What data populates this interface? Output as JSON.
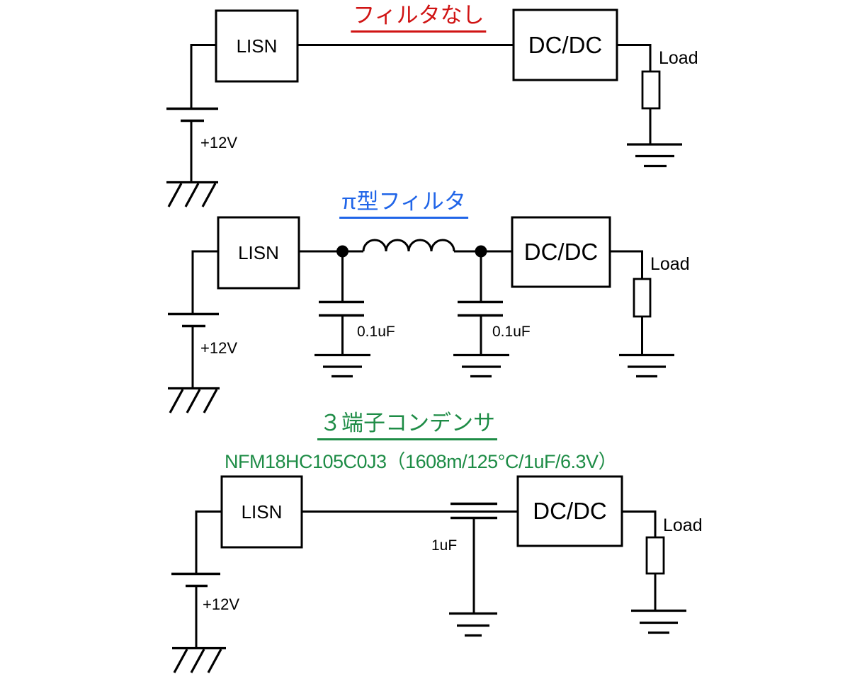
{
  "diagram": {
    "background": "#ffffff",
    "wire_color": "#000000"
  },
  "colors": {
    "no_filter_title": "#d01414",
    "pi_filter_title": "#2065e8",
    "three_terminal_title": "#1e8c46"
  },
  "circuits": [
    {
      "title": "フィルタなし",
      "lisn_label": "LISN",
      "dcdc_label": "DC/DC",
      "load_label": "Load",
      "supply_label": "+12V"
    },
    {
      "title": "π型フィルタ",
      "lisn_label": "LISN",
      "dcdc_label": "DC/DC",
      "load_label": "Load",
      "supply_label": "+12V",
      "cap1_label": "0.1uF",
      "cap2_label": "0.1uF"
    },
    {
      "title": "３端子コンデンサ",
      "subtitle": "NFM18HC105C0J3（1608m/125°C/1uF/6.3V）",
      "lisn_label": "LISN",
      "dcdc_label": "DC/DC",
      "load_label": "Load",
      "supply_label": "+12V",
      "cap_label": "1uF"
    }
  ]
}
